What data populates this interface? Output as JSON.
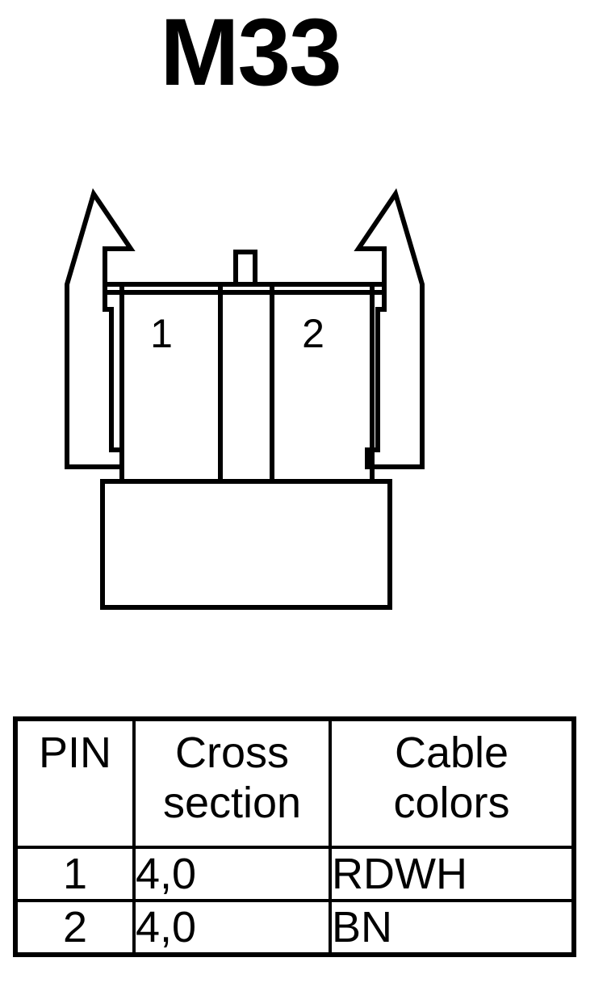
{
  "title": "M33",
  "connector": {
    "pin_labels": [
      "1",
      "2"
    ]
  },
  "table": {
    "headers": [
      {
        "line1": "PIN",
        "line2": ""
      },
      {
        "line1": "Cross",
        "line2": "section"
      },
      {
        "line1": "Cable",
        "line2": "colors"
      }
    ],
    "rows": [
      {
        "pin": "1",
        "cross_section": "4,0",
        "color": "RDWH"
      },
      {
        "pin": "2",
        "cross_section": "4,0",
        "color": "BN"
      }
    ]
  }
}
